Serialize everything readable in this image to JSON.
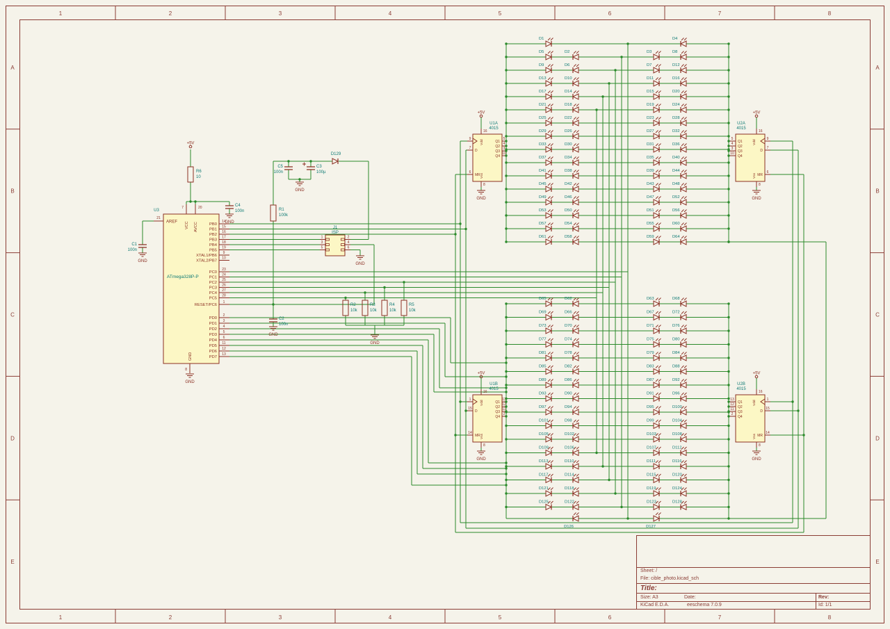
{
  "colors": {
    "bg": "#f5f3ea",
    "frame": "#8a3c34",
    "wire": "#2a8a2a",
    "symbol": "#8b2f23",
    "fill": "#fcf7c5",
    "field": "#0e7a74",
    "power": "#8b2f23"
  },
  "sheet": {
    "columns": [
      "1",
      "2",
      "3",
      "4",
      "5",
      "6",
      "7",
      "8"
    ],
    "rows": [
      "A",
      "B",
      "C",
      "D",
      "E"
    ]
  },
  "title_block": {
    "sheet": "Sheet: /",
    "file": "File: cible_photo.kicad_sch",
    "title_label": "Title:",
    "size_label": "Size: A3",
    "date_label": "Date:",
    "rev_label": "Rev:",
    "app": "KiCad E.D.A.",
    "version": "eeschema 7.0.9",
    "id_label": "Id: 1/1"
  },
  "power": {
    "vcc": "+5V",
    "gnd": "GND"
  },
  "mcu": {
    "ref": "U3",
    "value": "ATmega328P-P",
    "aref": {
      "name": "AREF",
      "num": "21"
    },
    "top_pins": [
      {
        "name": "VCC",
        "num": "7"
      },
      {
        "name": "AVCC",
        "num": "20"
      }
    ],
    "bottom_pin": {
      "name": "GND",
      "num": "8"
    },
    "right_pins": [
      {
        "name": "PB0",
        "num": "14"
      },
      {
        "name": "PB1",
        "num": "15"
      },
      {
        "name": "PB2",
        "num": "16"
      },
      {
        "name": "PB3",
        "num": "17"
      },
      {
        "name": "PB4",
        "num": "18"
      },
      {
        "name": "PB5",
        "num": "19"
      },
      {
        "name": "XTAL1/PB6",
        "num": "9"
      },
      {
        "name": "XTAL2/PB7",
        "num": "10"
      },
      {
        "name": "PC0",
        "num": "23"
      },
      {
        "name": "PC1",
        "num": "24"
      },
      {
        "name": "PC2",
        "num": "25"
      },
      {
        "name": "PC3",
        "num": "26"
      },
      {
        "name": "PC4",
        "num": "27"
      },
      {
        "name": "PC5",
        "num": "28"
      },
      {
        "name": "RESET/PC6",
        "num": "1"
      },
      {
        "name": "PD0",
        "num": "2"
      },
      {
        "name": "PD1",
        "num": "3"
      },
      {
        "name": "PD2",
        "num": "4"
      },
      {
        "name": "PD3",
        "num": "5"
      },
      {
        "name": "PD4",
        "num": "6"
      },
      {
        "name": "PD5",
        "num": "11"
      },
      {
        "name": "PD6",
        "num": "12"
      },
      {
        "name": "PD7",
        "num": "13"
      }
    ]
  },
  "ic_pin_names": {
    "d": "D",
    "mr": "MR",
    "q": [
      "Q1",
      "Q2",
      "Q3",
      "Q4"
    ],
    "vdd": "Vdd",
    "vss": "Vss"
  },
  "shift_registers": [
    {
      "ref": "U1A",
      "value": "4015",
      "pins": {
        "clk": "9",
        "d": "7",
        "mr": "6",
        "q": [
          "5",
          "4",
          "3",
          "10"
        ],
        "vdd": "16",
        "vss": "8"
      }
    },
    {
      "ref": "U2A",
      "value": "4015",
      "pins": {
        "clk": "9",
        "d": "7",
        "mr": "6",
        "q": [
          "5",
          "4",
          "3",
          "10"
        ],
        "vdd": "16",
        "vss": "8"
      }
    },
    {
      "ref": "U1B",
      "value": "4015",
      "pins": {
        "clk": "1",
        "d": "15",
        "mr": "14",
        "q": [
          "13",
          "12",
          "11",
          "2"
        ],
        "vdd": "16",
        "vss": "8"
      }
    },
    {
      "ref": "U2B",
      "value": "4015",
      "pins": {
        "clk": "1",
        "d": "15",
        "mr": "14",
        "q": [
          "13",
          "12",
          "11",
          "2"
        ],
        "vdd": "16",
        "vss": "8"
      }
    }
  ],
  "resistors": {
    "R1": {
      "ref": "R1",
      "value": "100k"
    },
    "R2": {
      "ref": "R2",
      "value": "10k"
    },
    "R3": {
      "ref": "R3",
      "value": "10k"
    },
    "R4": {
      "ref": "R4",
      "value": "10k"
    },
    "R5": {
      "ref": "R5",
      "value": "10k"
    },
    "R6": {
      "ref": "R6",
      "value": "10"
    }
  },
  "capacitors": {
    "C1": {
      "ref": "C1",
      "value": "100n"
    },
    "C2": {
      "ref": "C2",
      "value": "100n"
    },
    "C3": {
      "ref": "C3",
      "value": "100µ"
    },
    "C4": {
      "ref": "C4",
      "value": "100n"
    },
    "C5": {
      "ref": "C5",
      "value": "100n"
    }
  },
  "diode": {
    "ref": "D129"
  },
  "connector": {
    "ref": "J1",
    "value": "ISP",
    "left_pins": [
      "1",
      "3",
      "5"
    ],
    "right_pins": [
      "2",
      "4",
      "6"
    ]
  },
  "led_matrix": {
    "top_rows": [
      [
        "D1",
        "",
        "",
        "D4"
      ],
      [
        "D5",
        "D2",
        "D3",
        "D8"
      ],
      [
        "D9",
        "D6",
        "D7",
        "D12"
      ],
      [
        "D13",
        "D10",
        "D11",
        "D16"
      ],
      [
        "D17",
        "D14",
        "D15",
        "D20"
      ],
      [
        "D21",
        "D18",
        "D19",
        "D24"
      ],
      [
        "D25",
        "D22",
        "D23",
        "D28"
      ],
      [
        "D29",
        "D26",
        "D27",
        "D32"
      ],
      [
        "D33",
        "D30",
        "D31",
        "D36"
      ],
      [
        "D37",
        "D34",
        "D35",
        "D40"
      ],
      [
        "D41",
        "D38",
        "D39",
        "D44"
      ],
      [
        "D45",
        "D42",
        "D43",
        "D48"
      ],
      [
        "D49",
        "D46",
        "D47",
        "D52"
      ],
      [
        "D53",
        "D50",
        "D51",
        "D56"
      ],
      [
        "D57",
        "D54",
        "D55",
        "D60"
      ],
      [
        "D61",
        "D58",
        "D59",
        "D64"
      ]
    ],
    "bottom_rows": [
      [
        "D65",
        "D62",
        "D63",
        "D68"
      ],
      [
        "D69",
        "D66",
        "D67",
        "D72"
      ],
      [
        "D73",
        "D70",
        "D71",
        "D76"
      ],
      [
        "D77",
        "D74",
        "D75",
        "D80"
      ],
      [
        "D81",
        "D78",
        "D79",
        "D84"
      ],
      [
        "D85",
        "D82",
        "D83",
        "D88"
      ],
      [
        "D89",
        "D86",
        "D87",
        "D92"
      ],
      [
        "D93",
        "D90",
        "D91",
        "D96"
      ],
      [
        "D97",
        "D94",
        "D95",
        "D100"
      ],
      [
        "D101",
        "D98",
        "D99",
        "D104"
      ],
      [
        "D105",
        "D102",
        "D103",
        "D108"
      ],
      [
        "D109",
        "D106",
        "D107",
        "D112"
      ],
      [
        "D113",
        "D110",
        "D111",
        "D116"
      ],
      [
        "D117",
        "D114",
        "D115",
        "D120"
      ],
      [
        "D121",
        "D118",
        "D119",
        "D124"
      ],
      [
        "D125",
        "D122",
        "D123",
        "D128"
      ],
      [
        "",
        "D126",
        "D127",
        ""
      ]
    ]
  }
}
